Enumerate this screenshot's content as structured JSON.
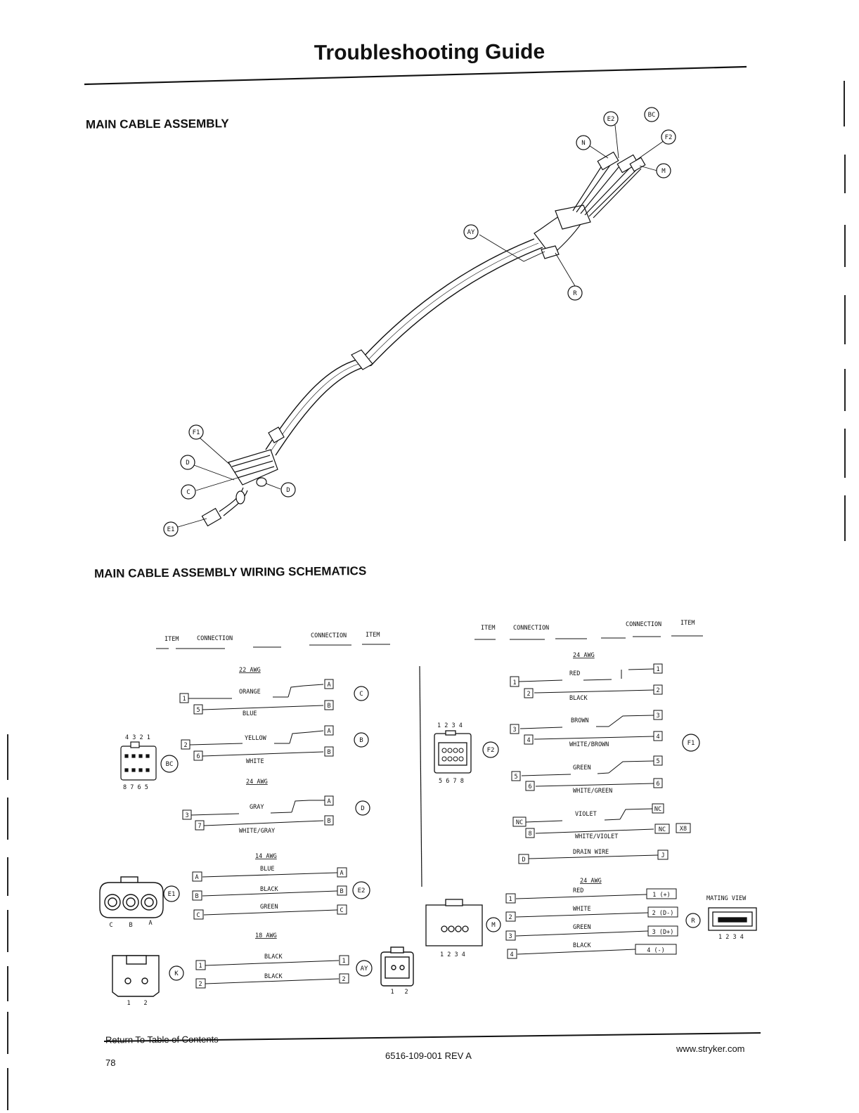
{
  "header": {
    "title": "Troubleshooting Guide"
  },
  "sections": {
    "assembly_title": "MAIN CABLE ASSEMBLY",
    "schematics_title": "MAIN CABLE ASSEMBLY WIRING SCHEMATICS"
  },
  "callouts": {
    "top": [
      "E2",
      "BC",
      "N",
      "F2",
      "M",
      "AY",
      "R"
    ],
    "bottom": [
      "F1",
      "D",
      "C",
      "D",
      "E1"
    ]
  },
  "schematic_left": {
    "headers": [
      "ITEM",
      "CONNECTION",
      "CONNECTION",
      "ITEM"
    ],
    "gauge_22": "22 AWG",
    "gauge_24": "24 AWG",
    "gauge_14": "14 AWG",
    "gauge_18": "18 AWG",
    "bc_pins_top": "4 3 2 1",
    "bc_pins_bottom": "8 7 6 5",
    "e1_pins": [
      "C",
      "B",
      "A"
    ],
    "k_pins": [
      "1",
      "2"
    ],
    "ay_pins": [
      "1",
      "2"
    ],
    "wires": [
      {
        "from": "1",
        "color": "ORANGE",
        "to": "A"
      },
      {
        "from": "5",
        "color": "BLUE",
        "to": "B"
      },
      {
        "from": "2",
        "color": "YELLOW",
        "to": "A"
      },
      {
        "from": "6",
        "color": "WHITE",
        "to": "B"
      },
      {
        "from": "3",
        "color": "GRAY",
        "to": "A"
      },
      {
        "from": "7",
        "color": "WHITE/GRAY",
        "to": "B"
      },
      {
        "from": "A",
        "color": "BLUE",
        "to": "A"
      },
      {
        "from": "B",
        "color": "BLACK",
        "to": "B"
      },
      {
        "from": "C",
        "color": "GREEN",
        "to": "C"
      },
      {
        "from": "1",
        "color": "BLACK",
        "to": "1"
      },
      {
        "from": "2",
        "color": "BLACK",
        "to": "2"
      }
    ],
    "items": [
      "BC",
      "C",
      "B",
      "D",
      "E1",
      "E2",
      "K",
      "AY"
    ]
  },
  "schematic_right": {
    "headers": [
      "ITEM",
      "CONNECTION",
      "CONNECTION",
      "ITEM"
    ],
    "gauge_top": "24 AWG",
    "gauge_bottom": "24 AWG",
    "f2_pins_top": "1 2 3 4",
    "f2_pins_bottom": "5 6 7 8",
    "m_pins": "1 2 3 4",
    "mating_view": "MATING VIEW",
    "r_pins": "1 2 3 4",
    "wires": [
      {
        "from": "1",
        "color": "RED",
        "to": "1"
      },
      {
        "from": "2",
        "color": "BLACK",
        "to": "2"
      },
      {
        "from": "3",
        "color": "BROWN",
        "to": "3"
      },
      {
        "from": "4",
        "color": "WHITE/BROWN",
        "to": "4"
      },
      {
        "from": "5",
        "color": "GREEN",
        "to": "5"
      },
      {
        "from": "6",
        "color": "WHITE/GREEN",
        "to": "6"
      },
      {
        "from": "NC",
        "color": "VIOLET",
        "to": "NC"
      },
      {
        "from": "8",
        "color": "WHITE/VIOLET",
        "to": "NC"
      },
      {
        "from": "D",
        "color": "DRAIN WIRE",
        "to": "J"
      },
      {
        "from": "1",
        "color": "RED",
        "to": "1 (+)"
      },
      {
        "from": "2",
        "color": "WHITE",
        "to": "2 (D-)"
      },
      {
        "from": "3",
        "color": "GREEN",
        "to": "3 (D+)"
      },
      {
        "from": "4",
        "color": "BLACK",
        "to": "4 (-)"
      }
    ],
    "items": [
      "F2",
      "F1",
      "X8",
      "M",
      "R"
    ]
  },
  "footer": {
    "toc_link": "Return To Table of Contents",
    "page_number": "78",
    "doc_number": "6516-109-001 REV A",
    "website": "www.stryker.com"
  }
}
